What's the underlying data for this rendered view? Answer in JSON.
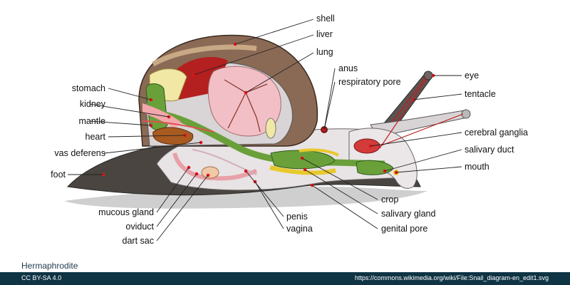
{
  "labels": {
    "shell": "shell",
    "liver": "liver",
    "lung": "lung",
    "anus": "anus",
    "respiratory_pore": "respiratory pore",
    "eye": "eye",
    "tentacle": "tentacle",
    "cerebral_ganglia": "cerebral ganglia",
    "salivary_duct": "salivary duct",
    "mouth": "mouth",
    "crop": "crop",
    "salivary_gland": "salivary gland",
    "genital_pore": "genital pore",
    "penis": "penis",
    "vagina": "vagina",
    "stomach": "stomach",
    "kidney": "kidney",
    "mantle": "mantle",
    "heart": "heart",
    "vas_deferens": "vas deferens",
    "foot": "foot",
    "mucous_gland": "mucous gland",
    "oviduct": "oviduct",
    "dart_sac": "dart sac"
  },
  "caption": "Hermaphrodite",
  "footer": {
    "license": "CC BY-SA 4.0",
    "source": "https://commons.wikimedia.org/wiki/File:Snail_diagram-en_edit1.svg"
  },
  "colors": {
    "body_dark": "#4a4540",
    "body_light": "#e8e3e5",
    "shell": "#8a6a55",
    "liver": "#b3201f",
    "lung": "#f3bfc6",
    "gut_green": "#6aa03a",
    "gland_yellow": "#e8c92c",
    "dot_red": "#e8141b",
    "footer_bg": "#0f3444"
  }
}
